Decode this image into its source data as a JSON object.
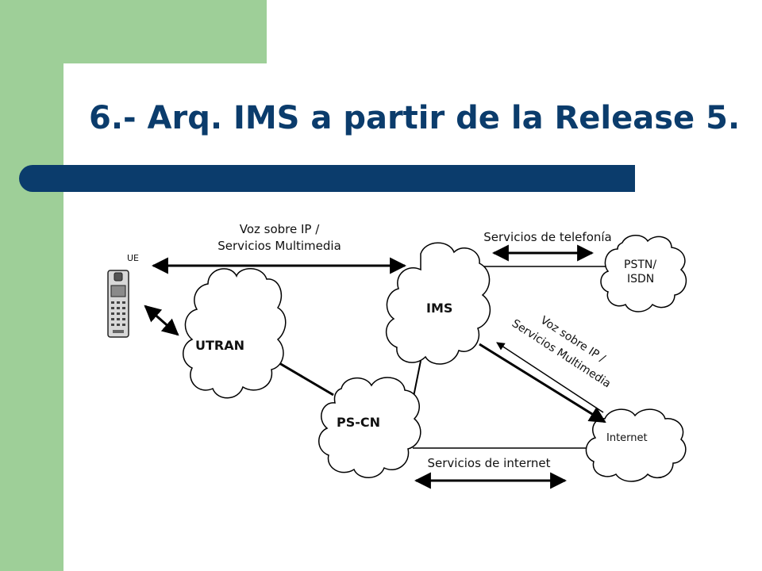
{
  "slide": {
    "title": "6.- Arq. IMS a partir de la Release 5."
  },
  "diagram": {
    "nodes": {
      "ue": "UE",
      "utran": "UTRAN",
      "ims": "IMS",
      "pscn": "PS-CN",
      "pstn_line1": "PSTN/",
      "pstn_line2": "ISDN",
      "internet": "Internet"
    },
    "labels": {
      "voip_top_line1": "Voz sobre IP /",
      "voip_top_line2": "Servicios Multimedia",
      "telefonia": "Servicios de telefonía",
      "voip_diag_line1": "Voz sobre IP /",
      "voip_diag_line2": "Servicios Multimedia",
      "internet_services": "Servicios de internet"
    }
  },
  "colors": {
    "accent_green": "#9ecf98",
    "title_blue": "#0b3c6c"
  }
}
